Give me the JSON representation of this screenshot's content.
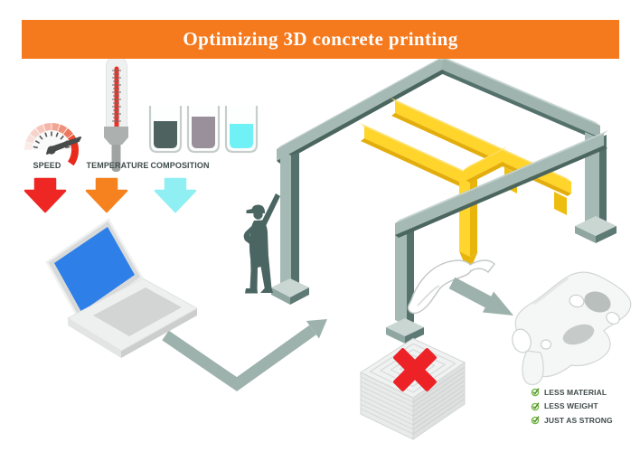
{
  "title": "Optimizing 3D concrete printing",
  "parameters": {
    "speed": {
      "label": "SPEED",
      "arrow_color": "#EE2724"
    },
    "temperature": {
      "label": "TEMPERATURE",
      "arrow_color": "#F6821F"
    },
    "composition": {
      "label": "COMPOSITION",
      "arrow_color": "#90EFF2"
    }
  },
  "benefits": {
    "items": [
      {
        "label": "LESS MATERIAL"
      },
      {
        "label": "LESS WEIGHT"
      },
      {
        "label": "JUST AS STRONG"
      }
    ],
    "check_color": "#72B840"
  },
  "icons": {
    "speed": "gauge-icon",
    "temperature": "thermometer-icon",
    "composition": "beakers-icon",
    "check": "check-circle-icon"
  },
  "colors": {
    "banner_bg": "#F5791D",
    "title_text": "#FFFFFF",
    "label_text": "#3F4B4A",
    "steel_light": "#A6BAB5",
    "steel_dark": "#54716C",
    "gantry_yellow": "#FFD42B",
    "gantry_yellow_dark": "#E8B50D",
    "laptop_screen_blue": "#2E7FE8",
    "reject_x_red": "#EC2227",
    "flow_arrow_sage": "#9DB2AC",
    "beaker_liquids": [
      "#4E6360",
      "#99909B",
      "#70F1F5"
    ]
  }
}
